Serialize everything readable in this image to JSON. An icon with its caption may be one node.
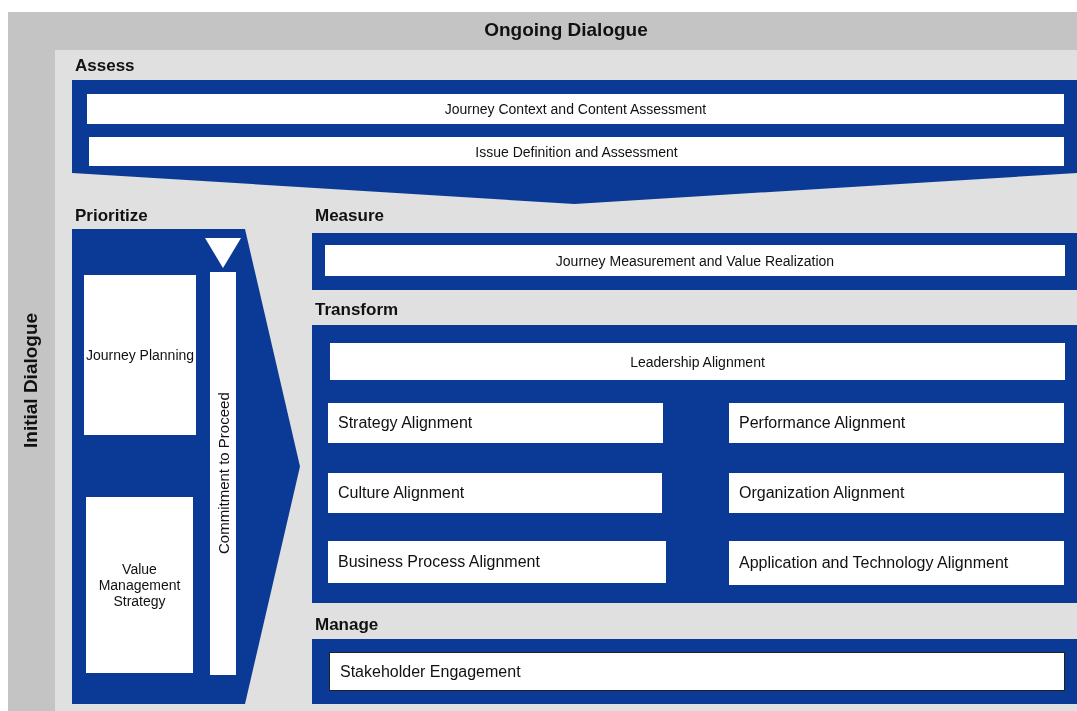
{
  "diagram": {
    "nodes": [
      {
        "text": [
          "Ongoing Dialogue",
          "Initial Dialogue"
        ]
      },
      {
        "text": [
          "Assess"
        ],
        "in": 0
      },
      {
        "text": [
          "Journey Context and Content Assessment"
        ],
        "in": 1
      },
      {
        "text": [
          "Issue Definition and Assessment"
        ],
        "in": 1
      },
      {
        "text": [
          "Prioritize"
        ],
        "in": 0
      },
      {
        "text": [
          "Journey Planning"
        ],
        "in": 4
      },
      {
        "text": [
          "Value Management Strategy"
        ],
        "in": 4
      },
      {
        "text": [
          "Commitment to Proceed"
        ],
        "in": 4
      },
      {
        "text": [
          "Measure"
        ],
        "in": 0
      },
      {
        "text": [
          "Journey Measurement and Value Realization"
        ],
        "in": 8
      },
      {
        "text": [
          "Transform"
        ],
        "in": 0
      },
      {
        "text": [
          "Leadership Alignment"
        ],
        "in": 10
      },
      {
        "text": [
          "Strategy Alignment"
        ],
        "in": 10
      },
      {
        "text": [
          "Performance Alignment"
        ],
        "in": 10
      },
      {
        "text": [
          "Culture Alignment"
        ],
        "in": 10
      },
      {
        "text": [
          "Organization Alignment"
        ],
        "in": 10
      },
      {
        "text": [
          "Business Process Alignment"
        ],
        "in": 10
      },
      {
        "text": [
          "Application and Technology Alignment"
        ],
        "in": 10
      },
      {
        "text": [
          "Manage"
        ],
        "in": 0
      },
      {
        "text": [
          "Stakeholder Engagement"
        ],
        "in": 18
      }
    ],
    "edges": []
  }
}
